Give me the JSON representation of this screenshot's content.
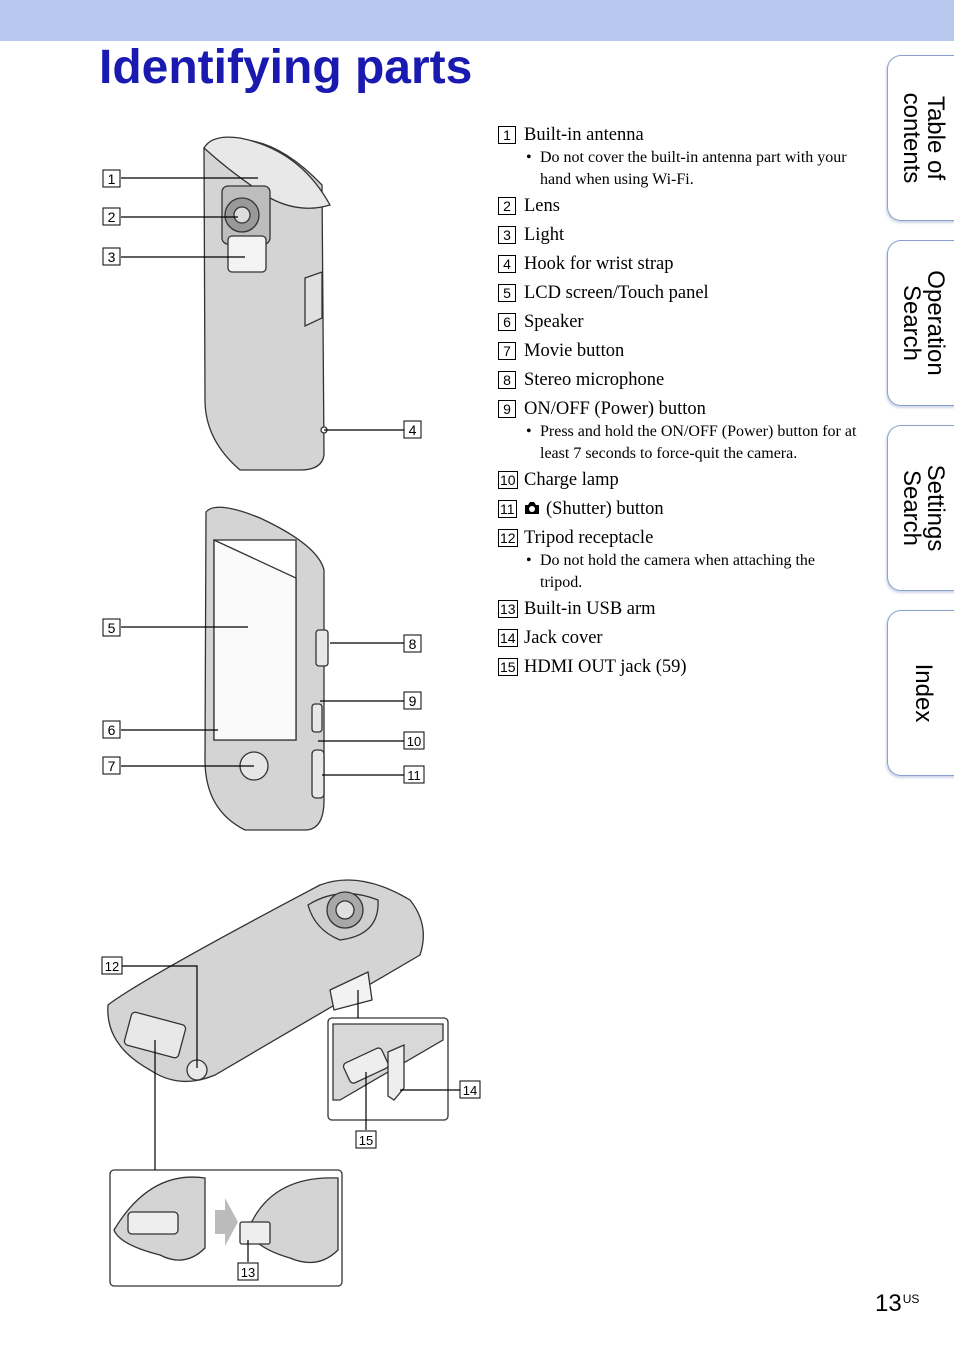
{
  "page": {
    "title": "Identifying parts",
    "page_number": "13",
    "page_suffix": "US"
  },
  "parts": [
    {
      "num": "1",
      "label": "Built-in antenna",
      "note": "Do not cover the built-in antenna part with your hand when using Wi-Fi."
    },
    {
      "num": "2",
      "label": "Lens"
    },
    {
      "num": "3",
      "label": "Light"
    },
    {
      "num": "4",
      "label": "Hook for wrist strap"
    },
    {
      "num": "5",
      "label": "LCD screen/Touch panel"
    },
    {
      "num": "6",
      "label": "Speaker"
    },
    {
      "num": "7",
      "label": "Movie button"
    },
    {
      "num": "8",
      "label": "Stereo microphone"
    },
    {
      "num": "9",
      "label": "ON/OFF (Power) button",
      "note": "Press and hold the ON/OFF (Power) button for at least 7 seconds to force-quit the camera."
    },
    {
      "num": "10",
      "label": "Charge lamp"
    },
    {
      "num": "11",
      "label": "(Shutter) button",
      "icon": "camera-icon"
    },
    {
      "num": "12",
      "label": "Tripod receptacle",
      "note": "Do not hold the camera when attaching the tripod."
    },
    {
      "num": "13",
      "label": "Built-in USB arm"
    },
    {
      "num": "14",
      "label": "Jack cover"
    },
    {
      "num": "15",
      "label": "HDMI OUT jack (59)"
    }
  ],
  "tabs": [
    {
      "label_line1": "Table of",
      "label_line2": "contents"
    },
    {
      "label_line1": "Operation",
      "label_line2": "Search"
    },
    {
      "label_line1": "Settings",
      "label_line2": "Search"
    },
    {
      "label_line1": "Index",
      "label_line2": ""
    }
  ],
  "callouts": [
    "1",
    "2",
    "3",
    "4",
    "5",
    "6",
    "7",
    "8",
    "9",
    "10",
    "11",
    "12",
    "13",
    "14",
    "15"
  ],
  "colors": {
    "header_band": "#b8c8ee",
    "title": "#1a1ab0",
    "tab_border": "#8aa0cc"
  }
}
